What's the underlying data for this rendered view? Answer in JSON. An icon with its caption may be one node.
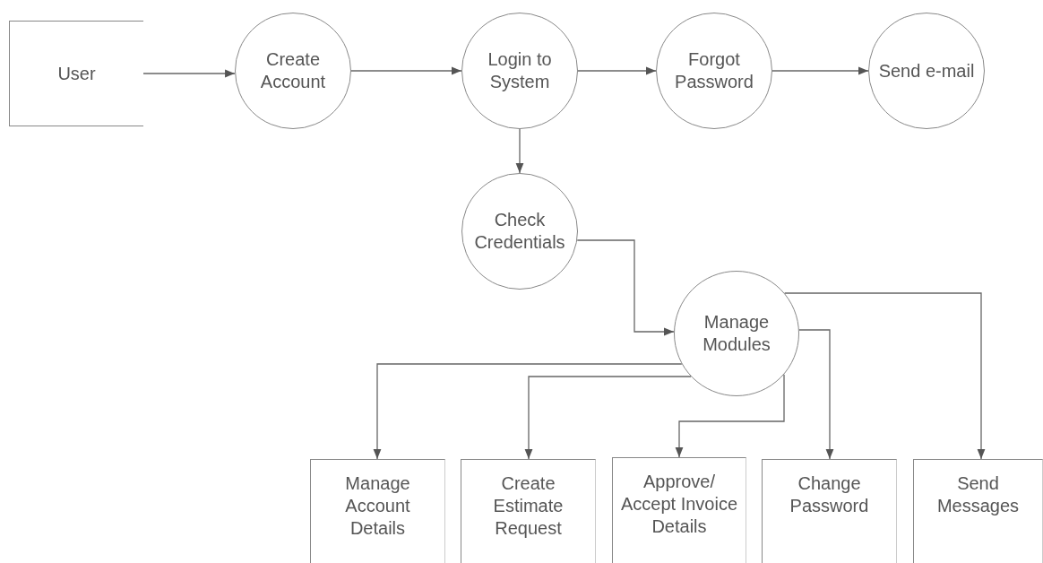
{
  "diagram": {
    "nodes": [
      {
        "text": [
          "User"
        ]
      },
      {
        "text": [
          "Create Account"
        ]
      },
      {
        "text": [
          "Login to System"
        ]
      },
      {
        "text": [
          "Forgot Password"
        ]
      },
      {
        "text": [
          "Send e-mail"
        ]
      },
      {
        "text": [
          "Check Credentials"
        ]
      },
      {
        "text": [
          "Manage Modules"
        ]
      },
      {
        "text": [
          "Manage Account Details"
        ]
      },
      {
        "text": [
          "Create Estimate Request"
        ]
      },
      {
        "text": [
          "Approve/ Accept Invoice Details"
        ]
      },
      {
        "text": [
          "Change Password"
        ]
      },
      {
        "text": [
          "Send Messages"
        ]
      }
    ],
    "edges": [
      {
        "from": 0,
        "to": 1,
        "arrow": "to"
      },
      {
        "from": 1,
        "to": 2,
        "arrow": "to"
      },
      {
        "from": 2,
        "to": 3,
        "arrow": "to"
      },
      {
        "from": 3,
        "to": 4,
        "arrow": "to"
      },
      {
        "from": 2,
        "to": 5,
        "arrow": "to"
      },
      {
        "from": 5,
        "to": 6,
        "arrow": "to"
      },
      {
        "from": 6,
        "to": 7,
        "arrow": "to"
      },
      {
        "from": 6,
        "to": 8,
        "arrow": "to"
      },
      {
        "from": 6,
        "to": 9,
        "arrow": "to"
      },
      {
        "from": 6,
        "to": 10,
        "arrow": "to"
      },
      {
        "from": 6,
        "to": 11,
        "arrow": "to"
      }
    ]
  }
}
